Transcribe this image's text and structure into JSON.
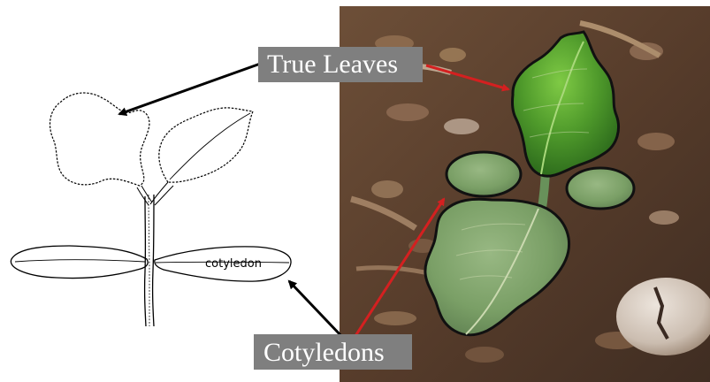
{
  "labels": {
    "true_leaves": "True Leaves",
    "cotyledons": "Cotyledons",
    "sketch_cotyledon": "cotyledon"
  },
  "colors": {
    "callout_box": "#7f7f7f",
    "callout_text": "#ffffff",
    "photo_arrow": "#d42020",
    "sketch_arrow": "#000000",
    "real_leaf_green": "#4f9a2b",
    "cotyledon_green": "#7fa36a",
    "soil_brown": "#5b4030"
  },
  "icons": {
    "left_panel": "seedling-line-drawing",
    "right_panel": "seedling-photo"
  }
}
